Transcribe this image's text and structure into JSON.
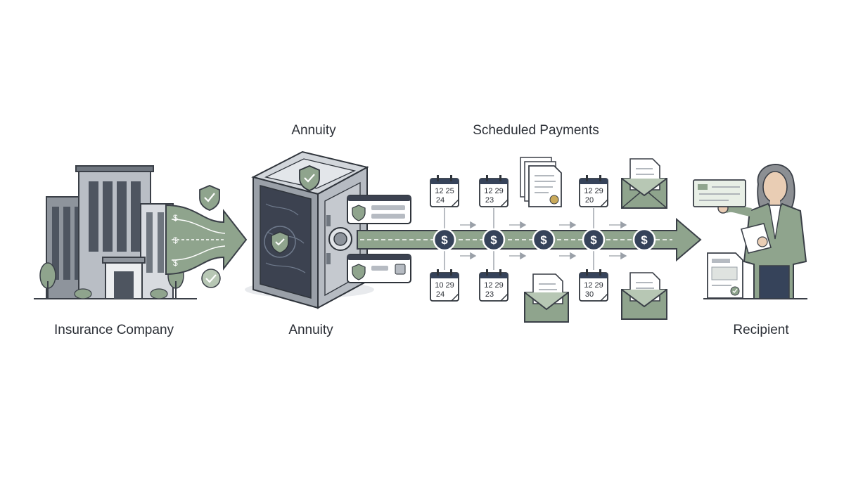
{
  "labels": {
    "insurance_company": "Insurance Company",
    "annuity_top": "Annuity",
    "annuity_bottom": "Annuity",
    "scheduled_payments": "Scheduled Payments",
    "recipient": "Recipient"
  },
  "calendars_top": [
    {
      "line1": "12 25",
      "line2": "24"
    },
    {
      "line1": "12 29",
      "line2": "23"
    },
    {
      "line1": "12 29",
      "line2": "20"
    }
  ],
  "calendars_bottom": [
    {
      "line1": "10 29",
      "line2": "24"
    },
    {
      "line1": "12 29",
      "line2": "23"
    },
    {
      "line1": "12 29",
      "line2": "30"
    }
  ],
  "payment_symbol": "$",
  "colors": {
    "sage": "#8fa48d",
    "sage_light": "#b7c7b4",
    "navy": "#36435a",
    "steel": "#8e949c",
    "steel_dark": "#5f6670"
  }
}
